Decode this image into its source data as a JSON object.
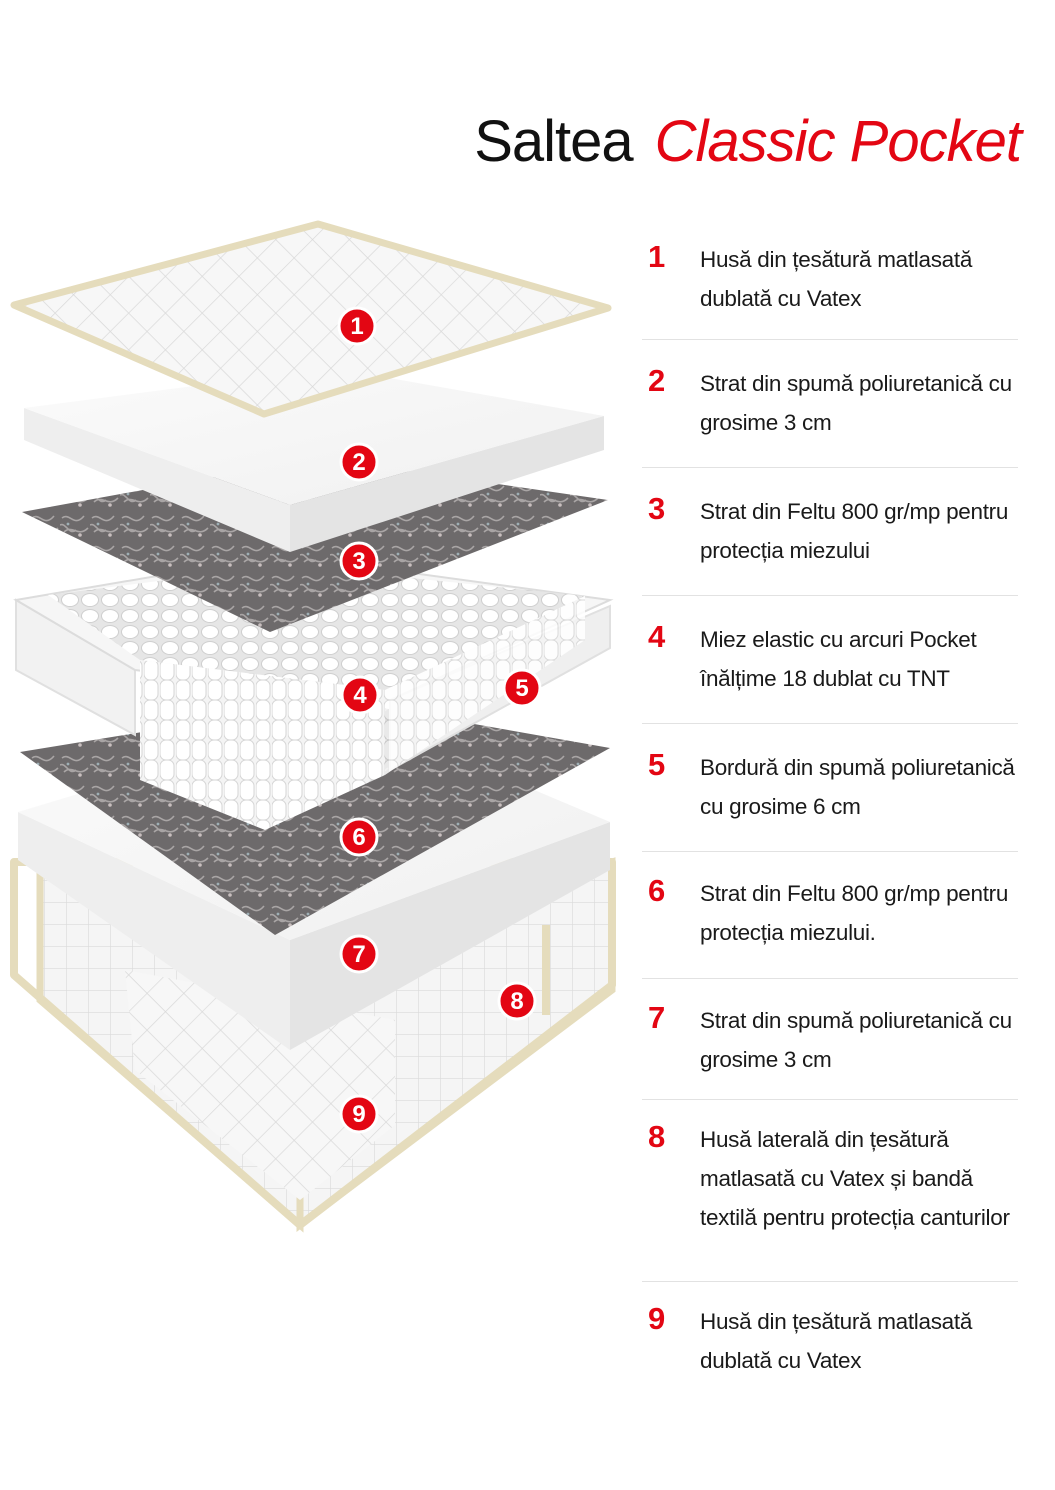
{
  "title": {
    "main": "Saltea",
    "accent": "Classic Pocket"
  },
  "colors": {
    "accent": "#e30613",
    "text": "#1a1a1a",
    "divider": "#e2e2e2",
    "binding": "#e5dcbc"
  },
  "layers": [
    {
      "number": "1",
      "description": "Husă din țesătură matlasată dublată cu Vatex"
    },
    {
      "number": "2",
      "description": "Strat din spumă poliuretanică cu grosime 3 cm"
    },
    {
      "number": "3",
      "description": "Strat din Feltu 800 gr/mp pentru protecția miezului"
    },
    {
      "number": "4",
      "description": "Miez elastic cu arcuri Pocket înălțime 18 dublat cu TNT"
    },
    {
      "number": "5",
      "description": "Bordură din spumă poliuretanică cu grosime 6 cm"
    },
    {
      "number": "6",
      "description": "Strat din Feltu 800 gr/mp pentru protecția miezului."
    },
    {
      "number": "7",
      "description": "Strat din spumă poliuretanică cu grosime 3 cm"
    },
    {
      "number": "8",
      "description": "Husă laterală din țesătură matlasată cu Vatex și bandă textilă pentru protecția canturilor"
    },
    {
      "number": "9",
      "description": "Husă din țesătură matlasată dublată cu Vatex"
    }
  ]
}
